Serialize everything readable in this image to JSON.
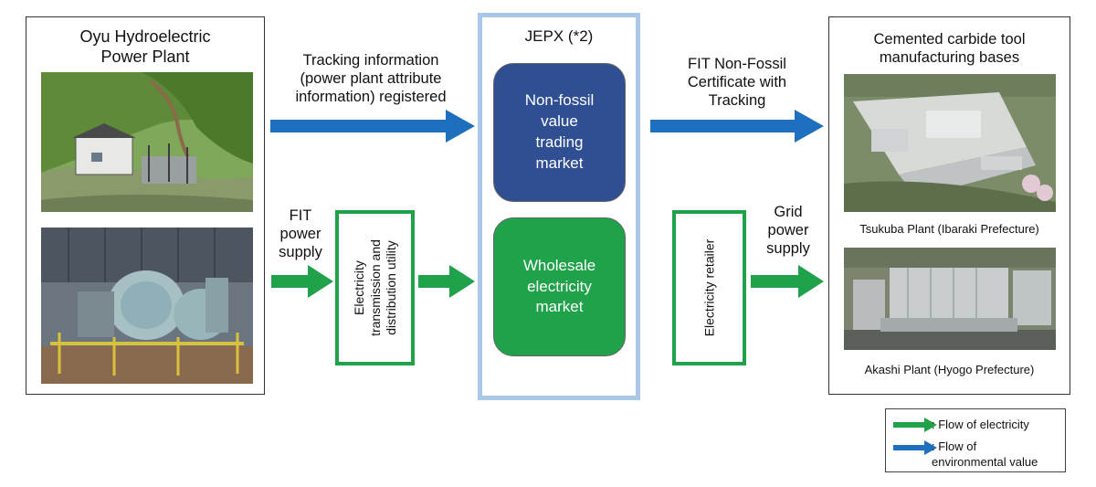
{
  "source": {
    "title": "Oyu Hydroelectric Power Plant",
    "title_line1": "Oyu Hydroelectric",
    "title_line2": "Power Plant"
  },
  "tracking_arrow": {
    "label_line1": "Tracking information",
    "label_line2": "(power plant attribute",
    "label_line3": "information) registered",
    "color": "#1f6fbf"
  },
  "fit_supply": {
    "label_line1": "FIT",
    "label_line2": "power",
    "label_line3": "supply",
    "color": "#1fa24a"
  },
  "utility": {
    "label_line1": "Electricity",
    "label_line2": "transmission and",
    "label_line3": "distribution utility"
  },
  "jepx": {
    "label": "JEPX (*2)",
    "nonfossil_market": {
      "line1": "Non-fossil",
      "line2": "value",
      "line3": "trading",
      "line4": "market",
      "color": "#2f4f92"
    },
    "wholesale_market": {
      "line1": "Wholesale",
      "line2": "electricity",
      "line3": "market",
      "color": "#1fa24a"
    },
    "border_color": "#a9c8e8"
  },
  "certificate_arrow": {
    "label_line1": "FIT Non-Fossil",
    "label_line2": "Certificate with",
    "label_line3": "Tracking"
  },
  "retailer": {
    "label": "Electricity retailer"
  },
  "grid_supply": {
    "label_line1": "Grid",
    "label_line2": "power",
    "label_line3": "supply"
  },
  "destination": {
    "title_line1": "Cemented carbide tool",
    "title_line2": "manufacturing bases",
    "plant1": "Tsukuba Plant (Ibaraki Prefecture)",
    "plant2": "Akashi Plant (Hyogo Prefecture)"
  },
  "legend": {
    "electricity_label": ": Flow of electricity",
    "environmental_line1": ": Flow of",
    "environmental_line2": "environmental value"
  }
}
